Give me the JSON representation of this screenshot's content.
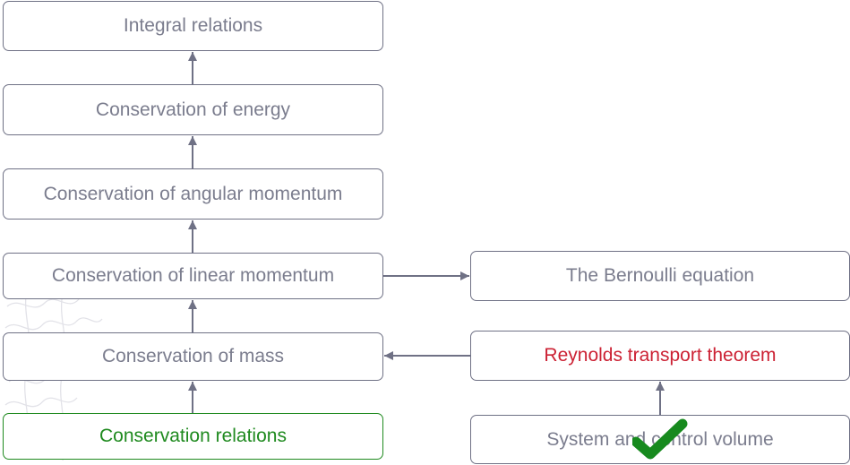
{
  "diagram": {
    "nodes": {
      "integral": "Integral relations",
      "energy": "Conservation of energy",
      "angular": "Conservation of angular momentum",
      "linear": "Conservation of linear momentum",
      "bernoulli": "The Bernoulli equation",
      "mass": "Conservation of mass",
      "reynolds": "Reynolds transport theorem",
      "conservation_relations": "Conservation relations",
      "system_cv": "System and control volume"
    },
    "states": {
      "current": "conservation_relations",
      "highlighted": "reynolds",
      "completed": "system_cv"
    },
    "edges": [
      [
        "conservation_relations",
        "mass"
      ],
      [
        "mass",
        "linear"
      ],
      [
        "linear",
        "angular"
      ],
      [
        "angular",
        "energy"
      ],
      [
        "energy",
        "integral"
      ],
      [
        "linear",
        "bernoulli"
      ],
      [
        "reynolds",
        "mass"
      ],
      [
        "system_cv",
        "reynolds"
      ]
    ],
    "colors": {
      "border": "#6f7185",
      "text": "#7b7d8e",
      "current": "#1f8a1f",
      "highlight": "#cc2234",
      "check": "#178a1e"
    },
    "icons": {
      "completed": "checkmark-icon"
    }
  }
}
